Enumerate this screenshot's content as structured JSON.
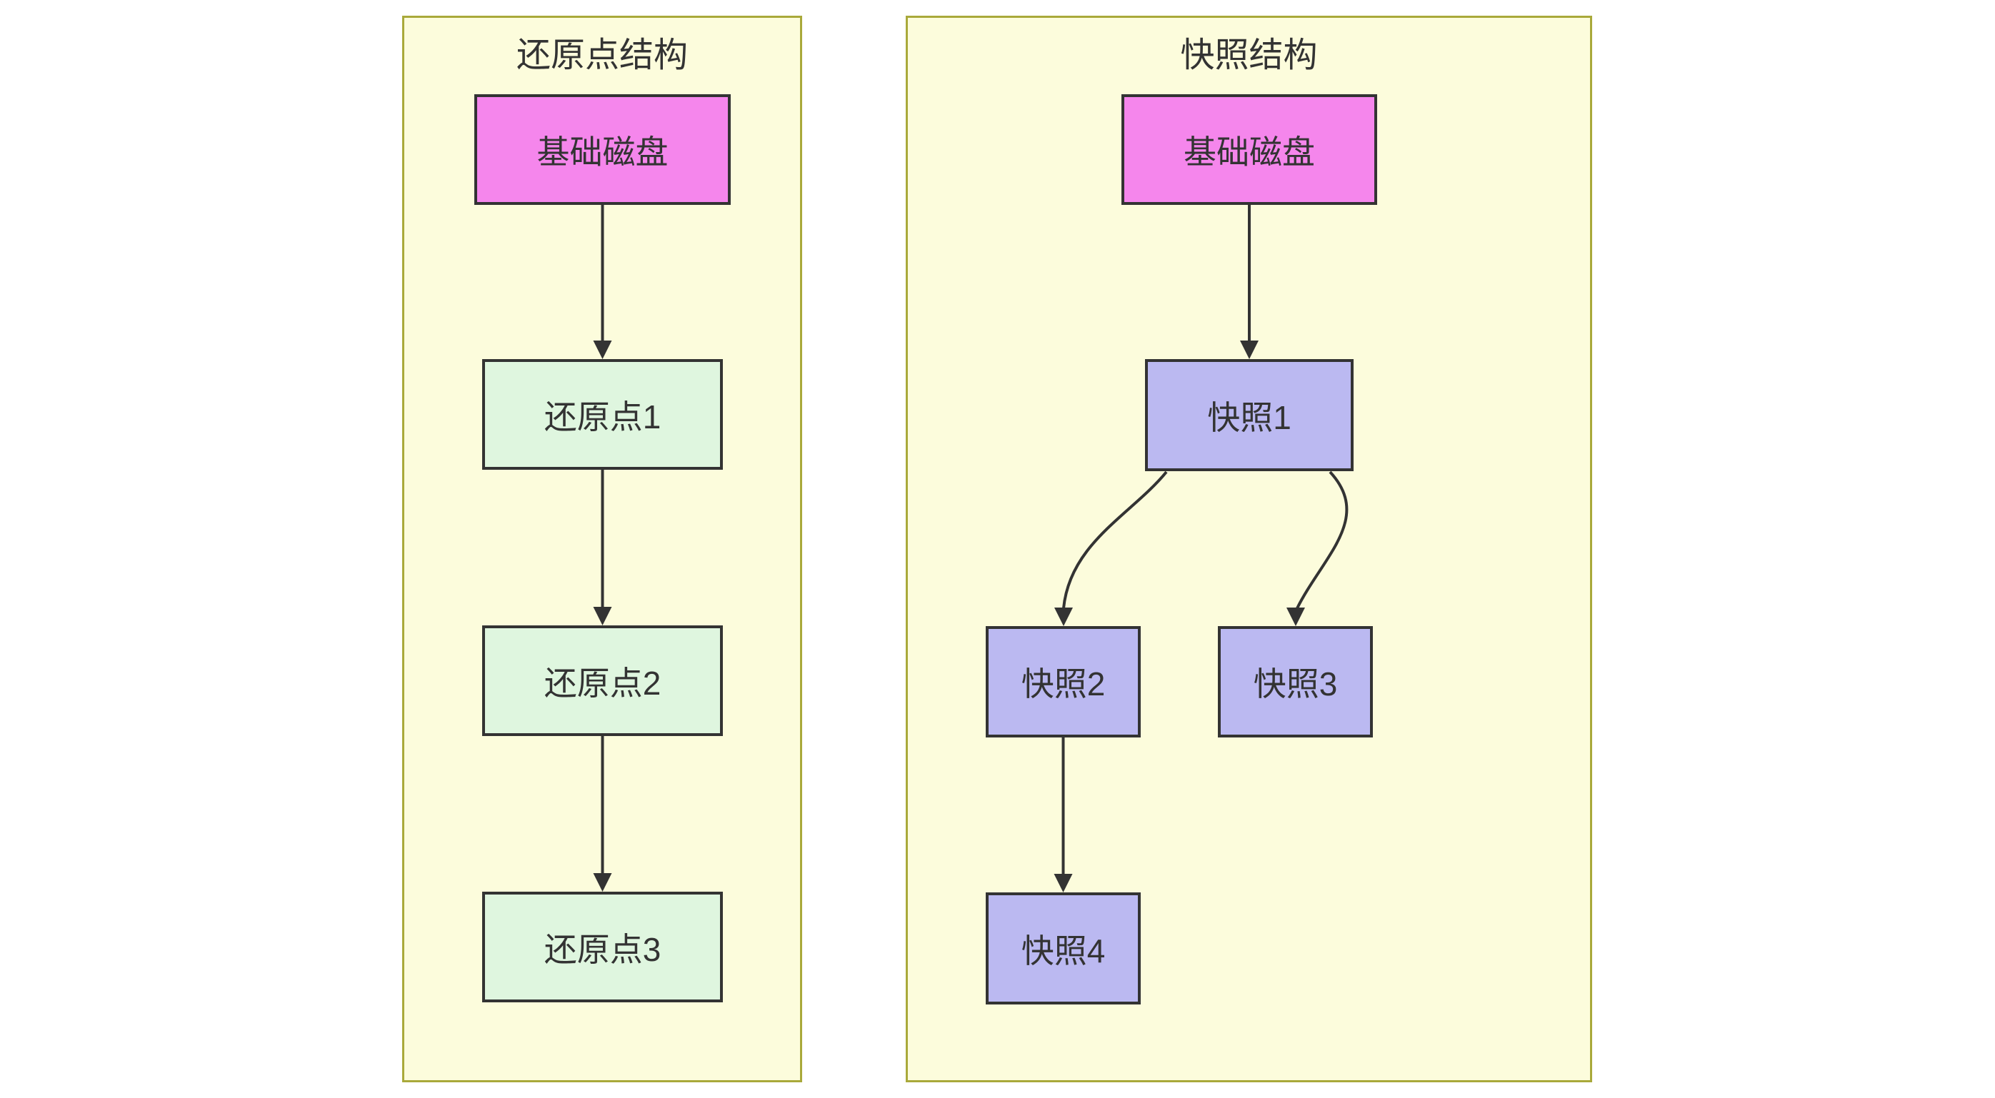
{
  "colors": {
    "page_background": "#ffffff",
    "panel_background": "#fcfcdc",
    "panel_border": "#a9a93a",
    "node_border": "#333333",
    "edge": "#333333",
    "text": "#333333",
    "base_disk_fill": "#f586ec",
    "restore_point_fill": "#dff6df",
    "snapshot_fill": "#bbb9f1"
  },
  "panels": [
    {
      "title": "还原点结构",
      "nodes": [
        {
          "label": "基础磁盘",
          "color": "#f586ec"
        },
        {
          "label": "还原点1",
          "color": "#dff6df"
        },
        {
          "label": "还原点2",
          "color": "#dff6df"
        },
        {
          "label": "还原点3",
          "color": "#dff6df"
        }
      ],
      "edges": [
        {
          "from": "基础磁盘",
          "to": "还原点1"
        },
        {
          "from": "还原点1",
          "to": "还原点2"
        },
        {
          "from": "还原点2",
          "to": "还原点3"
        }
      ]
    },
    {
      "title": "快照结构",
      "nodes": [
        {
          "label": "基础磁盘",
          "color": "#f586ec"
        },
        {
          "label": "快照1",
          "color": "#bbb9f1"
        },
        {
          "label": "快照2",
          "color": "#bbb9f1"
        },
        {
          "label": "快照3",
          "color": "#bbb9f1"
        },
        {
          "label": "快照4",
          "color": "#bbb9f1"
        }
      ],
      "edges": [
        {
          "from": "基础磁盘",
          "to": "快照1"
        },
        {
          "from": "快照1",
          "to": "快照2"
        },
        {
          "from": "快照1",
          "to": "快照3"
        },
        {
          "from": "快照2",
          "to": "快照4"
        }
      ]
    }
  ]
}
